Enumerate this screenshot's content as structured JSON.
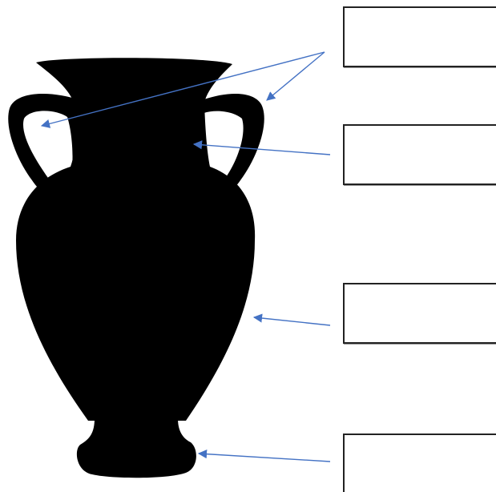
{
  "diagram": {
    "subject_icon": "amphora-silhouette",
    "colors": {
      "silhouette": "#000000",
      "arrow": "#4472C4",
      "box_border": "#222222",
      "background": "#FFFFFF"
    },
    "labels": [
      {
        "id": "box-1",
        "text": "",
        "points_to": [
          "handle-left",
          "handle-right"
        ]
      },
      {
        "id": "box-2",
        "text": "",
        "points_to": [
          "handle-opening-right"
        ]
      },
      {
        "id": "box-3",
        "text": "",
        "points_to": [
          "body"
        ]
      },
      {
        "id": "box-4",
        "text": "",
        "points_to": [
          "foot"
        ]
      }
    ]
  }
}
